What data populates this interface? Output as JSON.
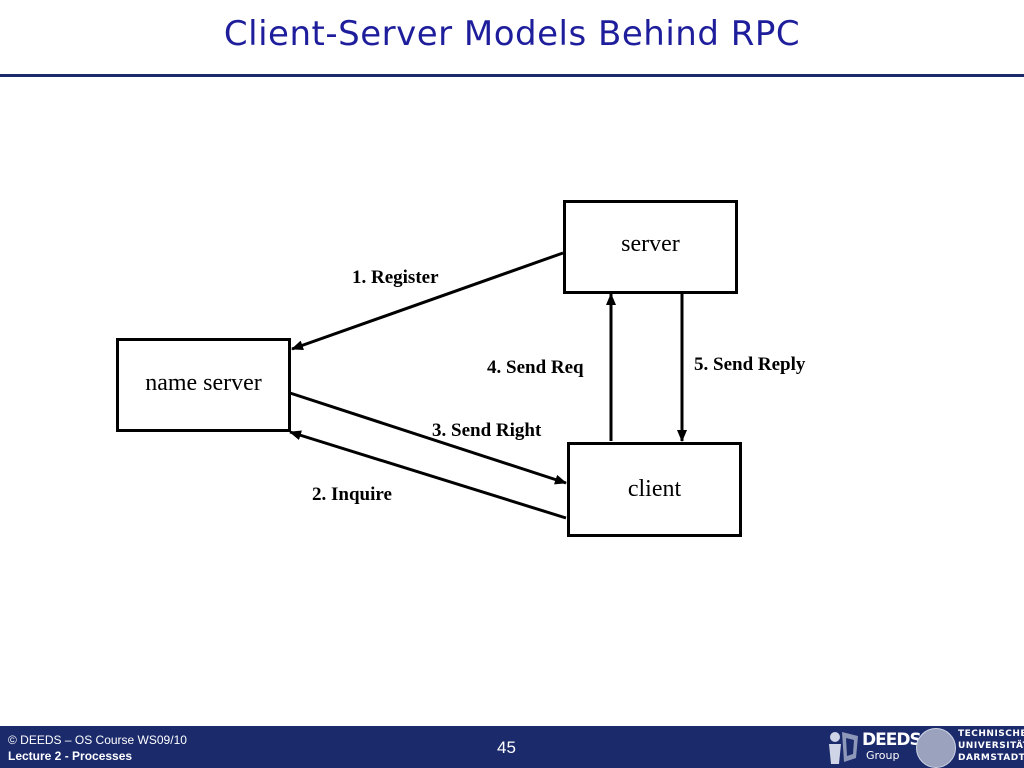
{
  "slide": {
    "title": "Client-Server Models Behind RPC"
  },
  "diagram": {
    "nodes": {
      "server": "server",
      "name_server": "name server",
      "client": "client"
    },
    "edges": [
      {
        "label": "1. Register",
        "from": "server",
        "to": "name server"
      },
      {
        "label": "2. Inquire",
        "from": "client",
        "to": "name server"
      },
      {
        "label": "3. Send Right",
        "from": "name server",
        "to": "client"
      },
      {
        "label": "4. Send Req",
        "from": "client",
        "to": "server"
      },
      {
        "label": "5. Send Reply",
        "from": "server",
        "to": "client"
      }
    ]
  },
  "footer": {
    "copyright": "© DEEDS – OS Course WS09/10",
    "lecture": "Lecture 2 - Processes",
    "page_number": "45",
    "logo_deeds_line1": "DEEDS",
    "logo_deeds_line2": "Group",
    "university": [
      "TECHNISCHE",
      "UNIVERSITÄT",
      "DARMSTADT"
    ]
  },
  "colors": {
    "title": "#1e1e9c",
    "footer_bg": "#1b2a6b",
    "line": "#000000"
  }
}
